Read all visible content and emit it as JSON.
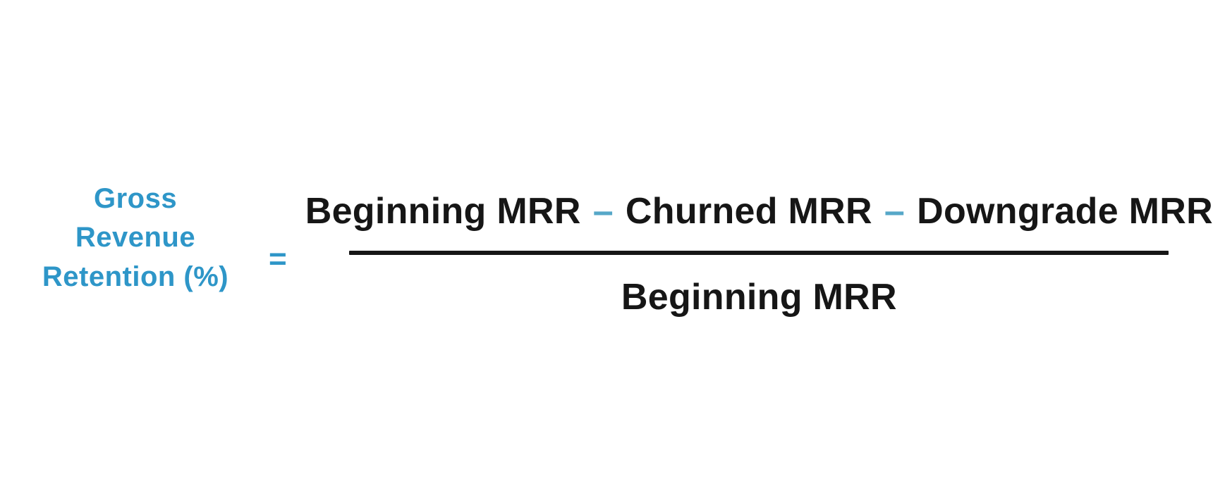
{
  "title": "Gross Revenue Retention (%) formula",
  "colors": {
    "accent_blue": "#2E96C8",
    "operator_blue": "#56A7C8",
    "text_black": "#161616",
    "background": "#FFFFFF"
  },
  "label": {
    "line1": "Gross Revenue",
    "line2": "Retention (%)"
  },
  "equals_sign": "=",
  "formula": {
    "numerator": {
      "term1": "Beginning MRR",
      "operator1": "–",
      "term2": "Churned MRR",
      "operator2": "–",
      "term3": "Downgrade MRR"
    },
    "denominator": "Beginning MRR"
  }
}
